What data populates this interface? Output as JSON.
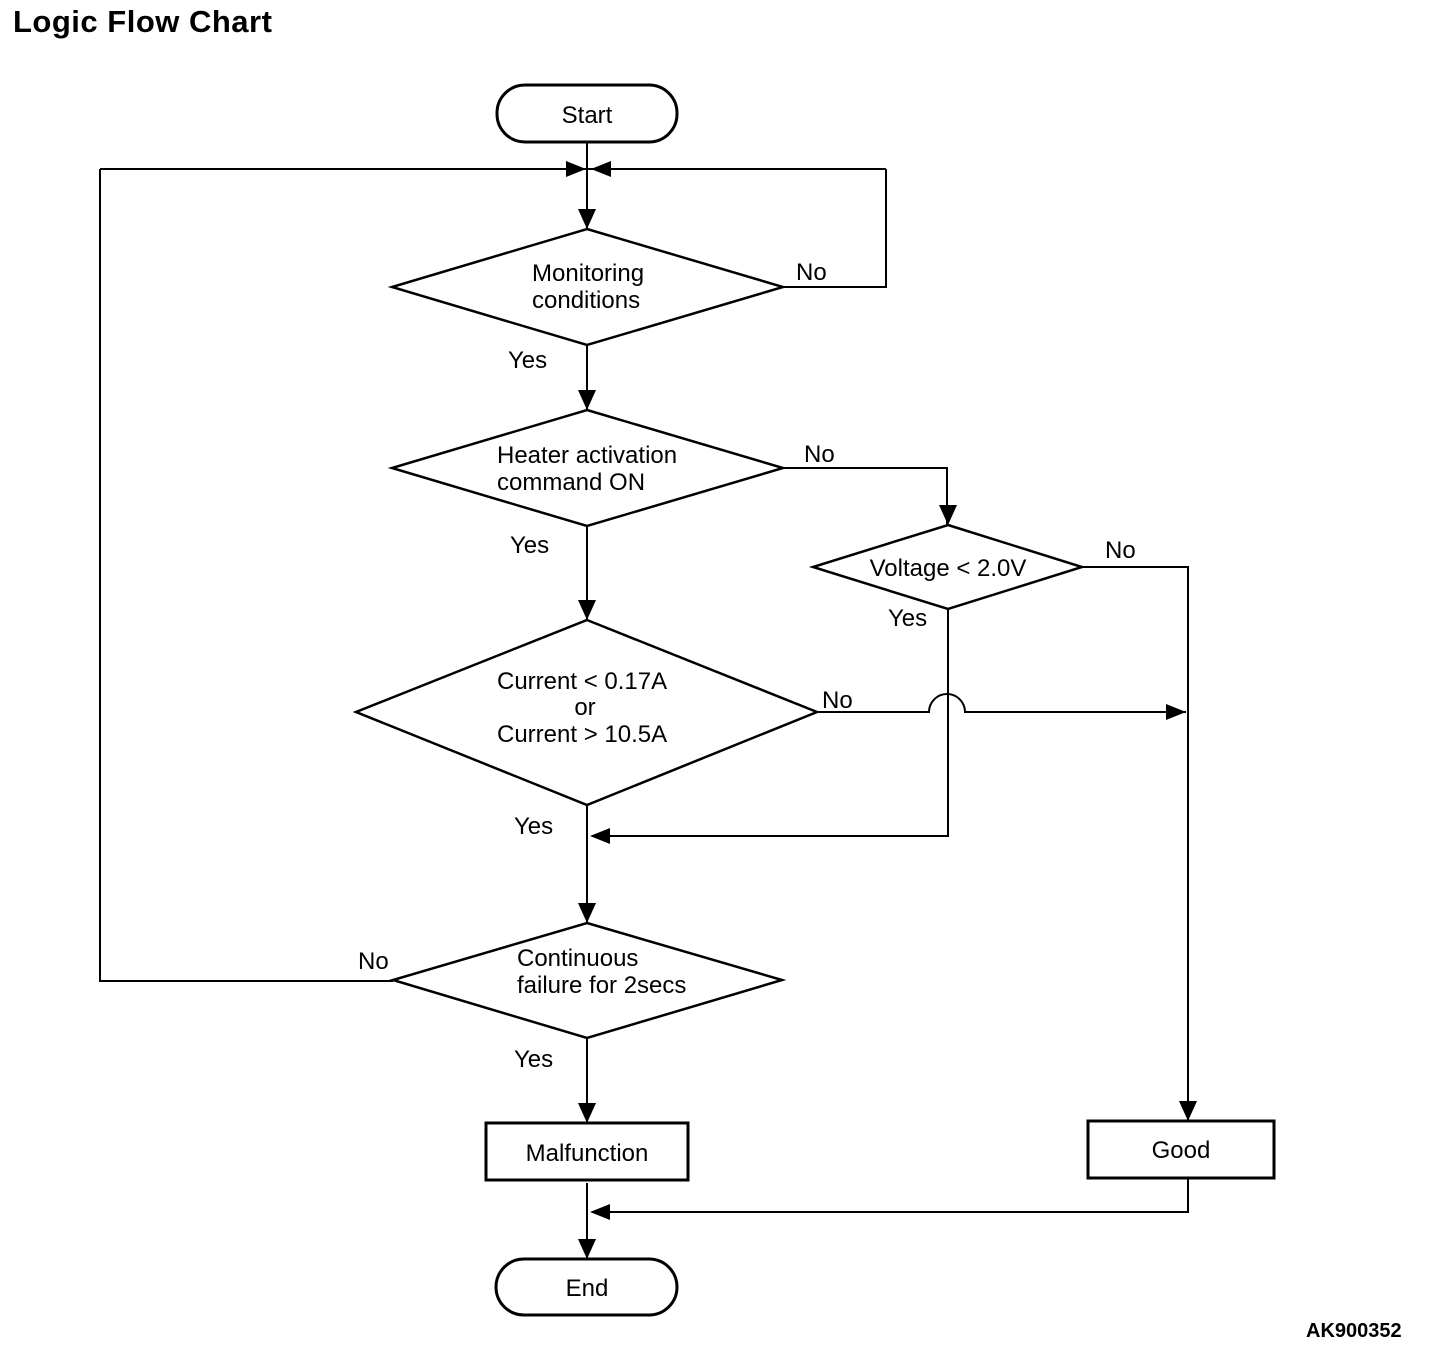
{
  "title": "Logic Flow Chart",
  "figure_code": "AK900352",
  "labels": {
    "yes": "Yes",
    "no": "No"
  },
  "nodes": {
    "start": {
      "type": "terminator",
      "label": "Start"
    },
    "monitoring_conditions": {
      "type": "decision",
      "line1": "Monitoring",
      "line2": "conditions"
    },
    "heater_activation": {
      "type": "decision",
      "line1": "Heater activation",
      "line2": "command ON"
    },
    "voltage_check": {
      "type": "decision",
      "label": "Voltage < 2.0V"
    },
    "current_check": {
      "type": "decision",
      "line1": "Current < 0.17A",
      "line2": "or",
      "line3": "Current > 10.5A"
    },
    "continuous_failure": {
      "type": "decision",
      "line1": "Continuous",
      "line2": "failure for 2secs"
    },
    "malfunction": {
      "type": "process",
      "label": "Malfunction"
    },
    "good": {
      "type": "process",
      "label": "Good"
    },
    "end": {
      "type": "terminator",
      "label": "End"
    }
  },
  "edges": [
    {
      "from": "start",
      "to": "monitoring_conditions",
      "label": ""
    },
    {
      "from": "monitoring_conditions",
      "to": "monitoring_conditions",
      "label": "No",
      "note": "loops back above monitoring conditions"
    },
    {
      "from": "monitoring_conditions",
      "to": "heater_activation",
      "label": "Yes"
    },
    {
      "from": "heater_activation",
      "to": "current_check",
      "label": "Yes"
    },
    {
      "from": "heater_activation",
      "to": "voltage_check",
      "label": "No"
    },
    {
      "from": "voltage_check",
      "to": "continuous_failure",
      "label": "Yes",
      "note": "merges into current check yes path"
    },
    {
      "from": "voltage_check",
      "to": "good",
      "label": "No"
    },
    {
      "from": "current_check",
      "to": "continuous_failure",
      "label": "Yes"
    },
    {
      "from": "current_check",
      "to": "good",
      "label": "No",
      "note": "crosses voltage yes line with hop"
    },
    {
      "from": "continuous_failure",
      "to": "malfunction",
      "label": "Yes"
    },
    {
      "from": "continuous_failure",
      "to": "monitoring_conditions",
      "label": "No",
      "note": "loops back above monitoring conditions"
    },
    {
      "from": "malfunction",
      "to": "end",
      "label": ""
    },
    {
      "from": "good",
      "to": "end",
      "label": ""
    }
  ],
  "colors": {
    "line": "#000000",
    "background": "#ffffff",
    "text": "#000000"
  }
}
